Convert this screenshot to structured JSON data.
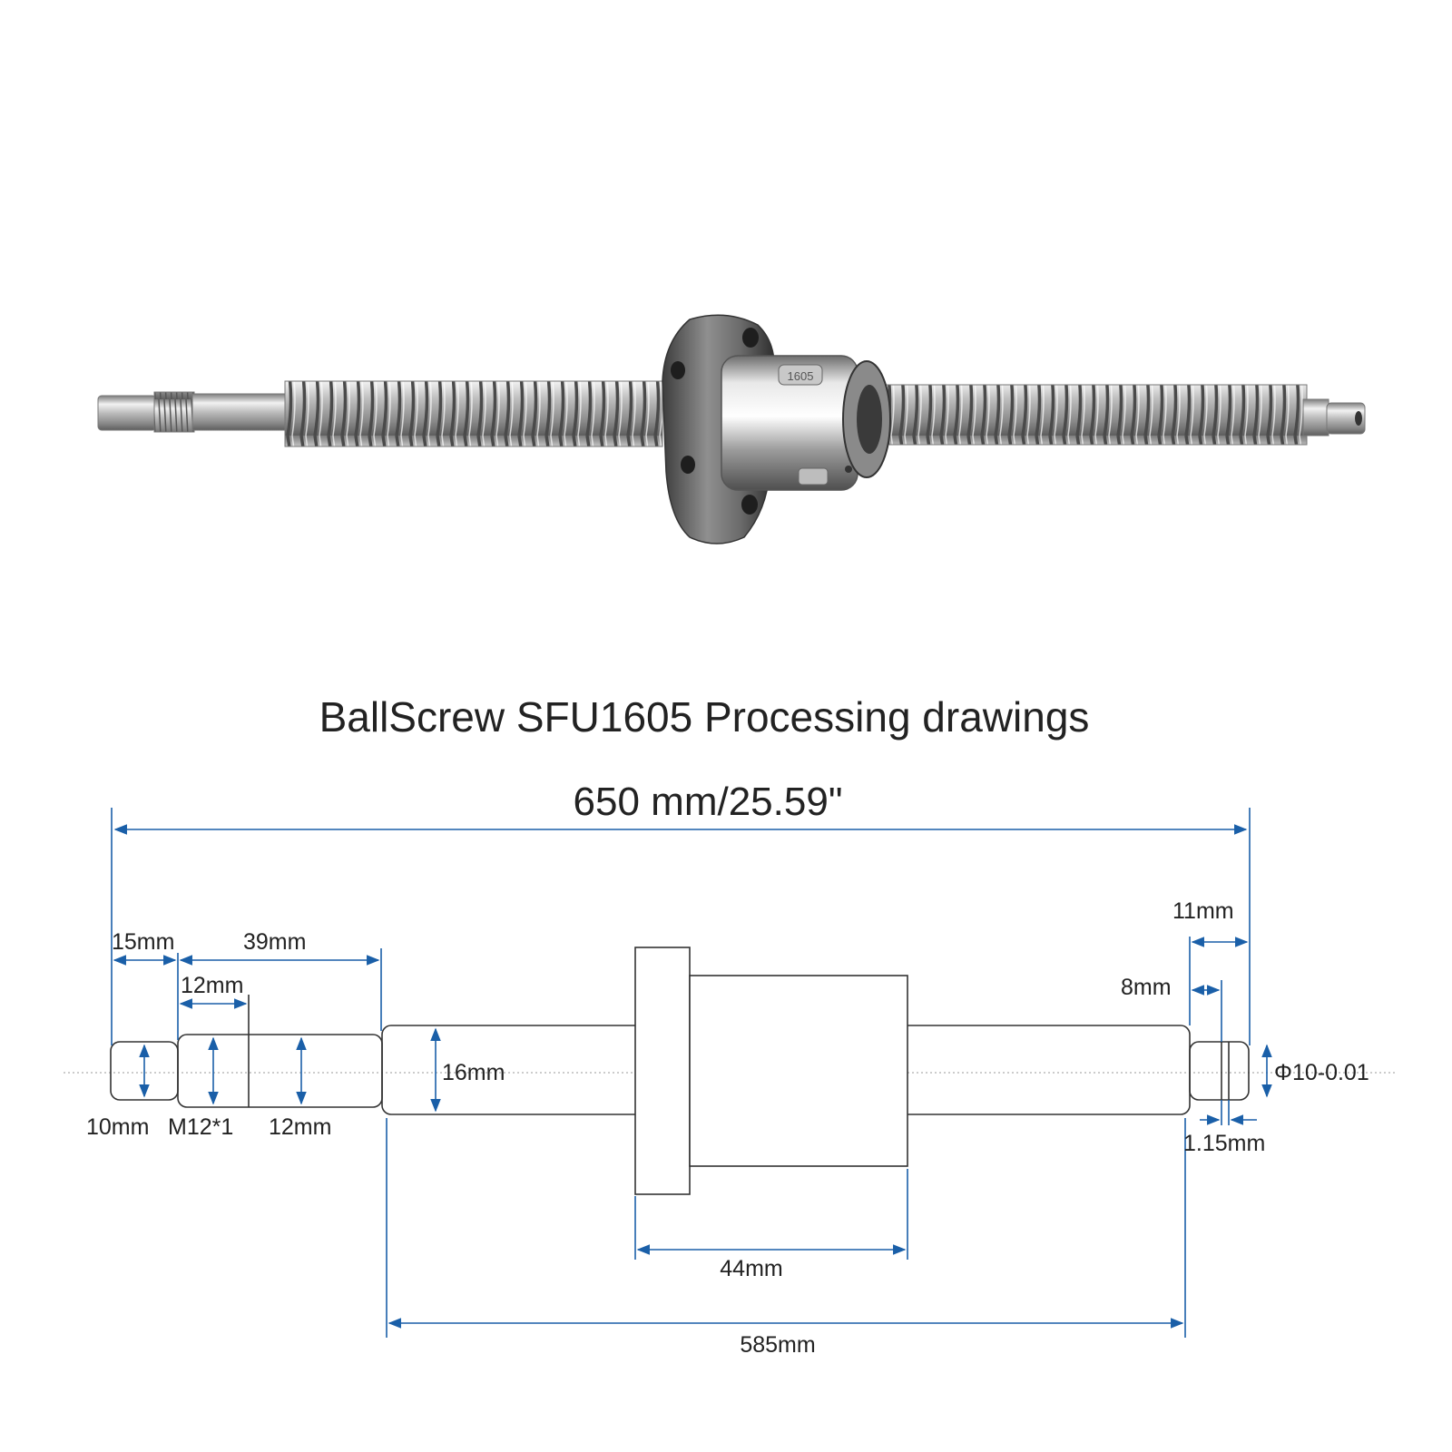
{
  "title": "BallScrew SFU1605 Processing drawings",
  "nut_marking": "1605",
  "colors": {
    "dimension": "#1a5fa8",
    "outline": "#333333",
    "text": "#222222",
    "centerline": "#999999"
  },
  "dimensions": {
    "total_length": "650 mm/25.59\"",
    "seg_15": "15mm",
    "seg_39": "39mm",
    "seg_12_thread": "12mm",
    "dia_10": "10mm",
    "thread_m12": "M12*1",
    "dia_12": "12mm",
    "dia_16": "16mm",
    "nut_44": "44mm",
    "screw_585": "585mm",
    "seg_11": "11mm",
    "seg_8": "8mm",
    "dia_phi10": "Φ10-0.01",
    "groove_1_15": "1.15mm"
  }
}
